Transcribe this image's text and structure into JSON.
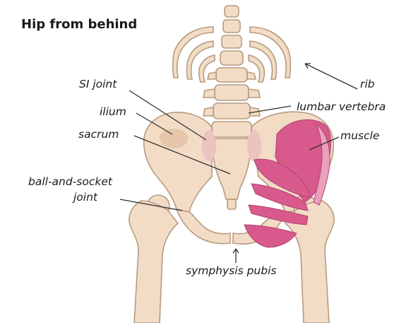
{
  "title": "Hip from behind",
  "labels": {
    "si_joint": "SI joint",
    "ilium": "ilium",
    "sacrum": "sacrum",
    "ball_socket_line1": "ball-and-socket",
    "ball_socket_line2": "joint",
    "rib": "rib",
    "lumbar_vertebra": "lumbar vertebra",
    "muscle": "muscle",
    "symphysis_pubis": "symphysis pubis"
  },
  "colors": {
    "bone_fill": "#f2dcc5",
    "bone_outline": "#b79a80",
    "bone_shade": "#e6c7ab",
    "joint_pink": "#ecc3c0",
    "muscle_fill": "#d85a8c",
    "muscle_light": "#eaa0bc",
    "label_text": "#1a1a1a",
    "leader_line": "#333333"
  }
}
